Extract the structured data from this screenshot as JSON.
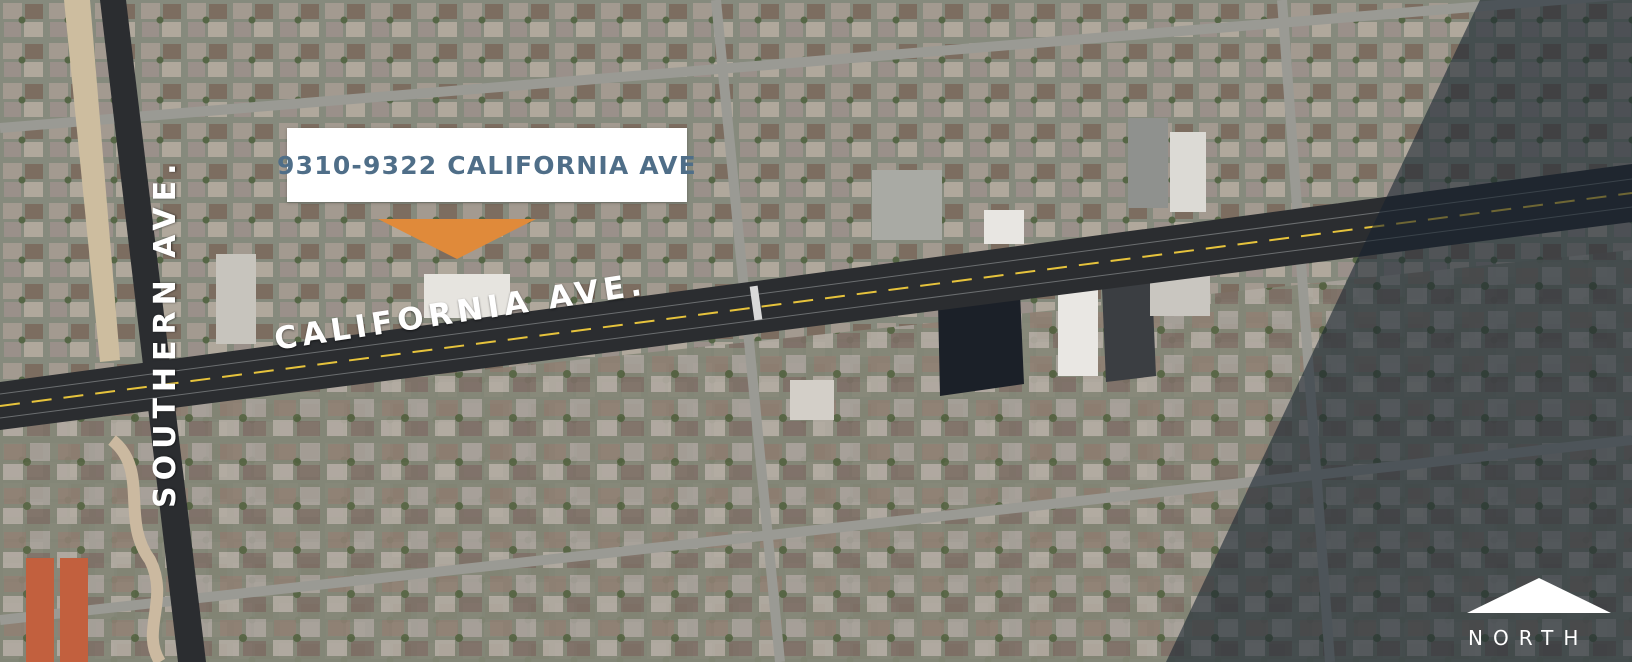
{
  "callout": {
    "address": "9310-9322 CALIFORNIA AVE",
    "accent_color": "#e08a3a",
    "text_color": "#4f6e88"
  },
  "streets": {
    "california": "CALIFORNIA AVE.",
    "southern": "SOUTHERN AVE."
  },
  "north_arrow": {
    "label": "NORTH",
    "icon": "north-arrow-icon"
  },
  "colors": {
    "road": "#2b2d30",
    "overlay": "#16232e"
  }
}
